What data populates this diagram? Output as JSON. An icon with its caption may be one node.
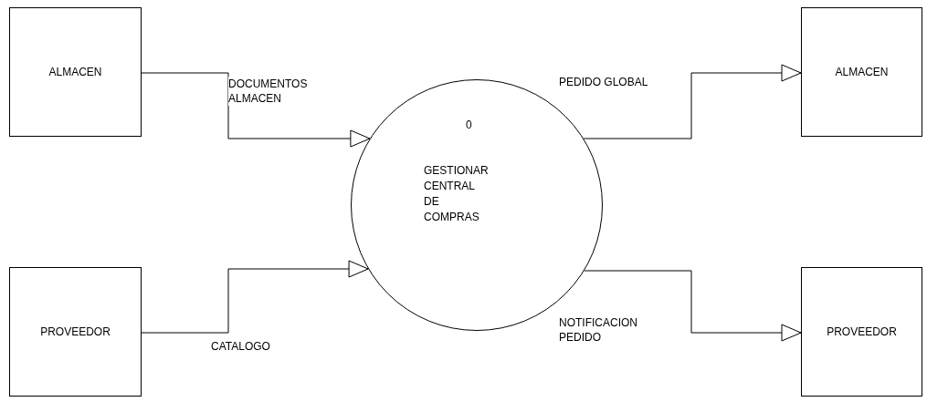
{
  "diagram": {
    "nodes": [
      {
        "text": [
          "ALMACEN"
        ]
      },
      {
        "text": [
          "0",
          "GESTIONAR CENTRAL DE COMPRAS"
        ]
      },
      {
        "text": [
          "ALMACEN"
        ]
      },
      {
        "text": [
          "PROVEEDOR"
        ]
      },
      {
        "text": [
          "PROVEEDOR"
        ]
      }
    ],
    "edges": [
      {
        "from": 0,
        "to": 1,
        "arrow": "to",
        "label": "DOCUMENTOS ALMACEN"
      },
      {
        "from": 3,
        "to": 1,
        "arrow": "to",
        "label": "CATALOGO"
      },
      {
        "from": 1,
        "to": 2,
        "arrow": "to",
        "label": "PEDIDO GLOBAL"
      },
      {
        "from": 1,
        "to": 4,
        "arrow": "to",
        "label": "NOTIFICACION PEDIDO"
      }
    ]
  }
}
